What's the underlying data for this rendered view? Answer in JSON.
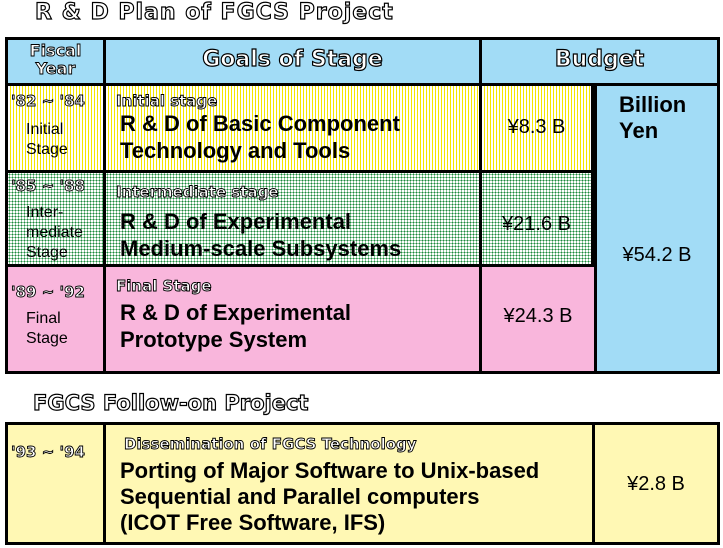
{
  "title": "R & D Plan of  FGCS Project",
  "headers": {
    "fiscal": "Fiscal Year",
    "goals": "Goals of Stage",
    "budget": "Budget"
  },
  "stages": [
    {
      "years": "'82 ~ '84",
      "stage": "Initial Stage",
      "label": "Initial stage",
      "goal1": "R & D of  Basic Component",
      "goal2": "Technology and Tools",
      "budget": "¥8.3 B"
    },
    {
      "years": "'85 ~ '88",
      "stage": "Inter-mediate Stage",
      "label": "Intermediate stage",
      "goal1": "R & D of Experimental",
      "goal2": "Medium-scale Subsystems",
      "budget": "¥21.6 B"
    },
    {
      "years": "'89 ~ '92",
      "stage": "Final Stage",
      "label": "Final Stage",
      "goal1": "R & D of Experimental",
      "goal2": "Prototype System",
      "budget": "¥24.3 B"
    }
  ],
  "total": {
    "unit": "Billion Yen",
    "value": "¥54.2 B"
  },
  "followon": {
    "title": "FGCS Follow-on Project",
    "years": "'93 ~ '94",
    "label": "Dissemination of FGCS Technology",
    "line1": "Porting of Major Software to Unix-based",
    "line2": "Sequential and Parallel computers",
    "line3": "(ICOT Free Software,  IFS)",
    "budget": "¥2.8 B"
  }
}
